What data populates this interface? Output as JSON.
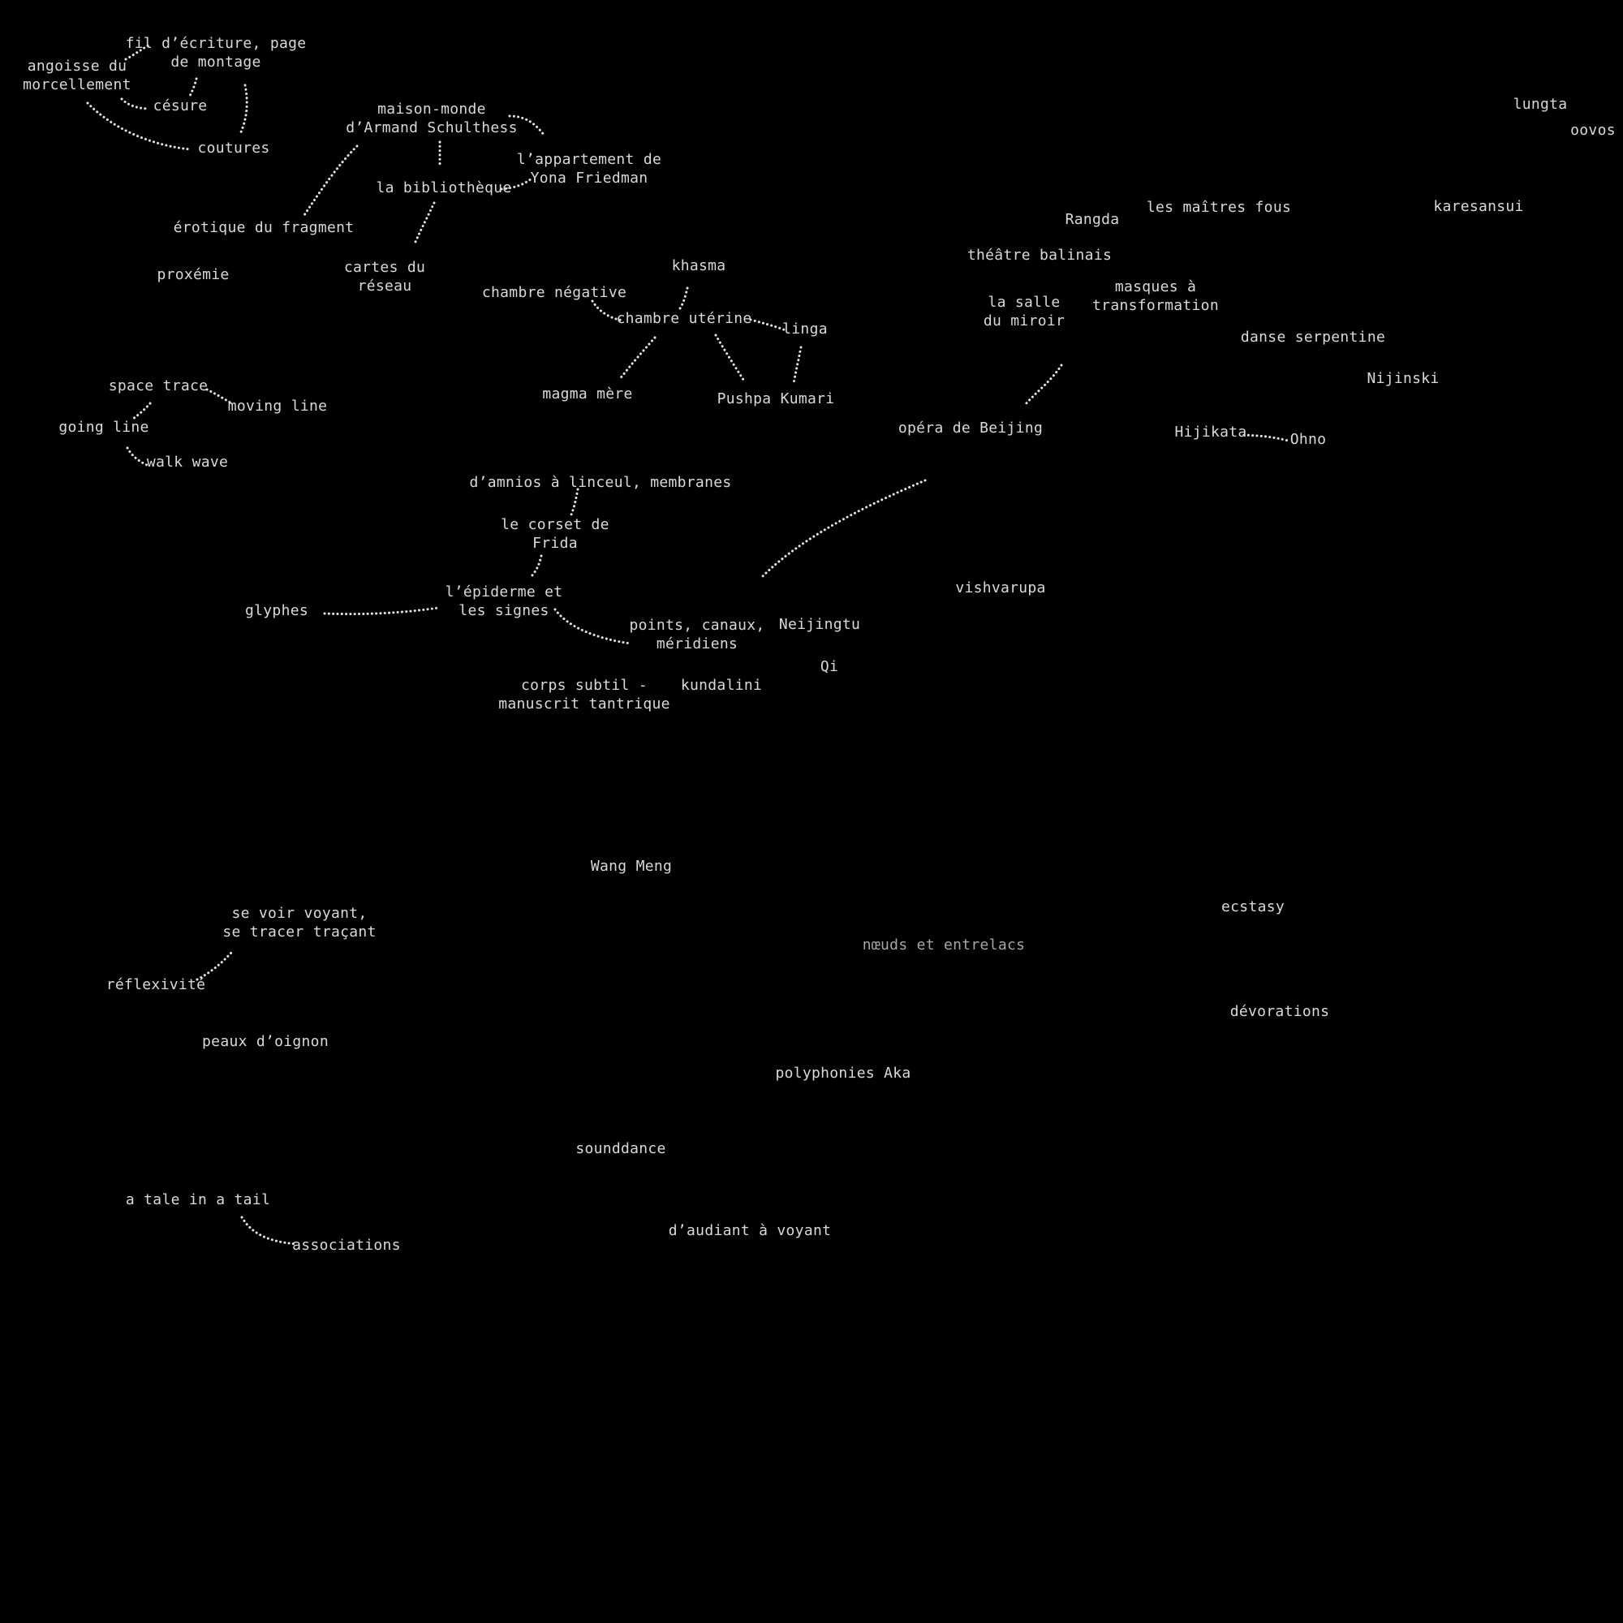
{
  "colors": {
    "background": "#000000",
    "text": "#d9d9d9",
    "text_dim": "#a6a6a6",
    "connector": "#e6e6e6"
  },
  "nodes": {
    "fil_ecriture": "fil d’écriture, page\nde montage",
    "angoisse": "angoisse du\nmorcellement",
    "cesure": "césure",
    "coutures": "coutures",
    "maison_monde": "maison-monde\nd’Armand Schulthess",
    "appartement": "l’appartement de\nYona Friedman",
    "bibliotheque": "la bibliothèque",
    "erotique": "érotique du fragment",
    "cartes": "cartes du\nréseau",
    "proxemie": "proxémie",
    "khasma": "khasma",
    "chambre_negative": "chambre négative",
    "chambre_uterine": "chambre utérine",
    "linga": "linga",
    "magma": "magma mère",
    "pushpa": "Pushpa Kumari",
    "space_trace": "space trace",
    "moving_line": "moving line",
    "going_line": "going line",
    "walk_wave": "walk wave",
    "amnios": "d’amnios à linceul, membranes",
    "corset": "le corset de\nFrida",
    "epiderme": "l’épiderme et\nles signes",
    "glyphes": "glyphes",
    "points": "points, canaux,\nméridiens",
    "neijingtu": "Neijingtu",
    "qi": "Qi",
    "corps_subtil": "corps subtil -\nmanuscrit tantrique",
    "kundalini": "kundalini",
    "vishvarupa": "vishvarupa",
    "rangda": "Rangda",
    "maitres_fous": "les maîtres fous",
    "karesansui": "karesansui",
    "lungta": "lungta",
    "oovos": "oovos",
    "theatre_balinais": "théâtre balinais",
    "salle_miroir": "la salle\ndu miroir",
    "masques": "masques à\ntransformation",
    "danse_serpentine": "danse serpentine",
    "nijinski": "Nijinski",
    "opera_beijing": "opéra de Beijing",
    "hijikata": "Hijikata",
    "ohno": "Ohno",
    "wang_meng": "Wang Meng",
    "se_voir": "se voir voyant,\nse tracer traçant",
    "reflexivite": "réflexivité",
    "peaux": "peaux d’oignon",
    "ecstasy": "ecstasy",
    "noeuds": "nœuds et entrelacs",
    "devorations": "dévorations",
    "polyphonies": "polyphonies Aka",
    "sounddance": "sounddance",
    "tale": "a tale in a tail",
    "associations": "associations",
    "audiant": "d’audiant à voyant"
  }
}
